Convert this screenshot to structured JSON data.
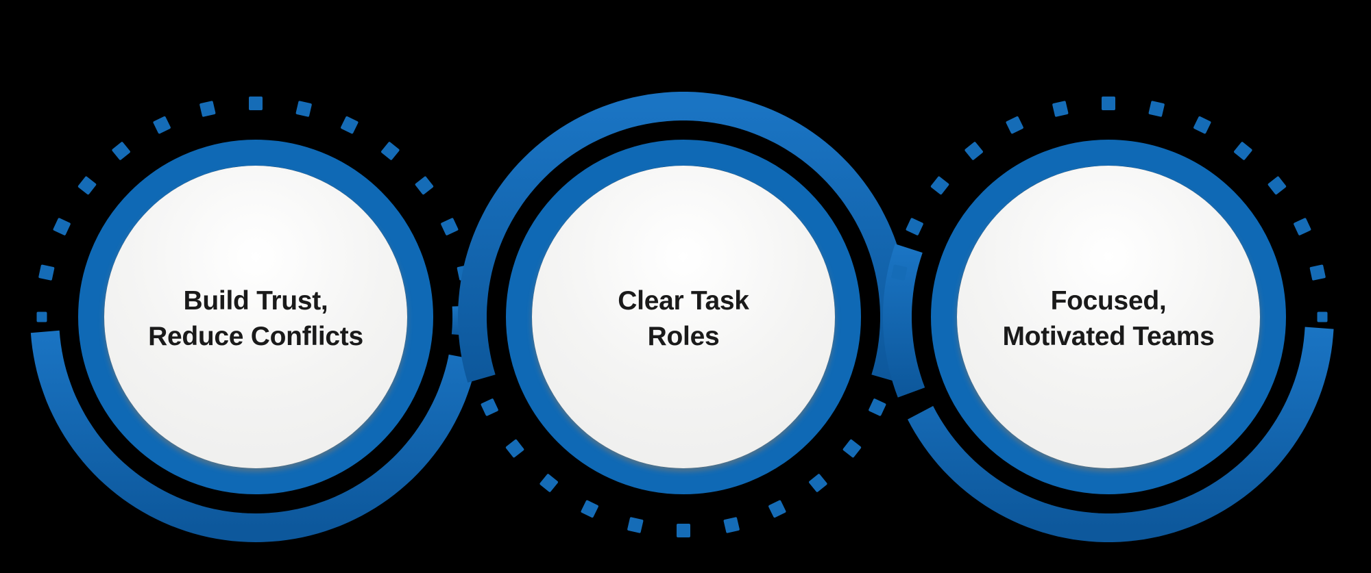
{
  "title": "Team benefits infographic",
  "colors": {
    "background": "#000000",
    "ring_blue": "#0f69b5",
    "arc_blue_light": "#1a74c3",
    "arc_blue_dark": "#0d589c",
    "dot_blue": "#156cb7",
    "inner_circle_top": "#ffffff",
    "inner_circle_mid": "#f4f4f3",
    "inner_circle_edge": "#eeeeed",
    "shadow": "#8a7b66",
    "text": "#1a1a1a"
  },
  "items": [
    {
      "id": "build-trust",
      "line1": "Build Trust,",
      "line2": "Reduce Conflicts",
      "decoration": "arc-bottom"
    },
    {
      "id": "clear-task",
      "line1": "Clear Task",
      "line2": "Roles",
      "decoration": "arc-top"
    },
    {
      "id": "focused-teams",
      "line1": "Focused,",
      "line2": "Motivated Teams",
      "decoration": "arc-bottom"
    }
  ]
}
